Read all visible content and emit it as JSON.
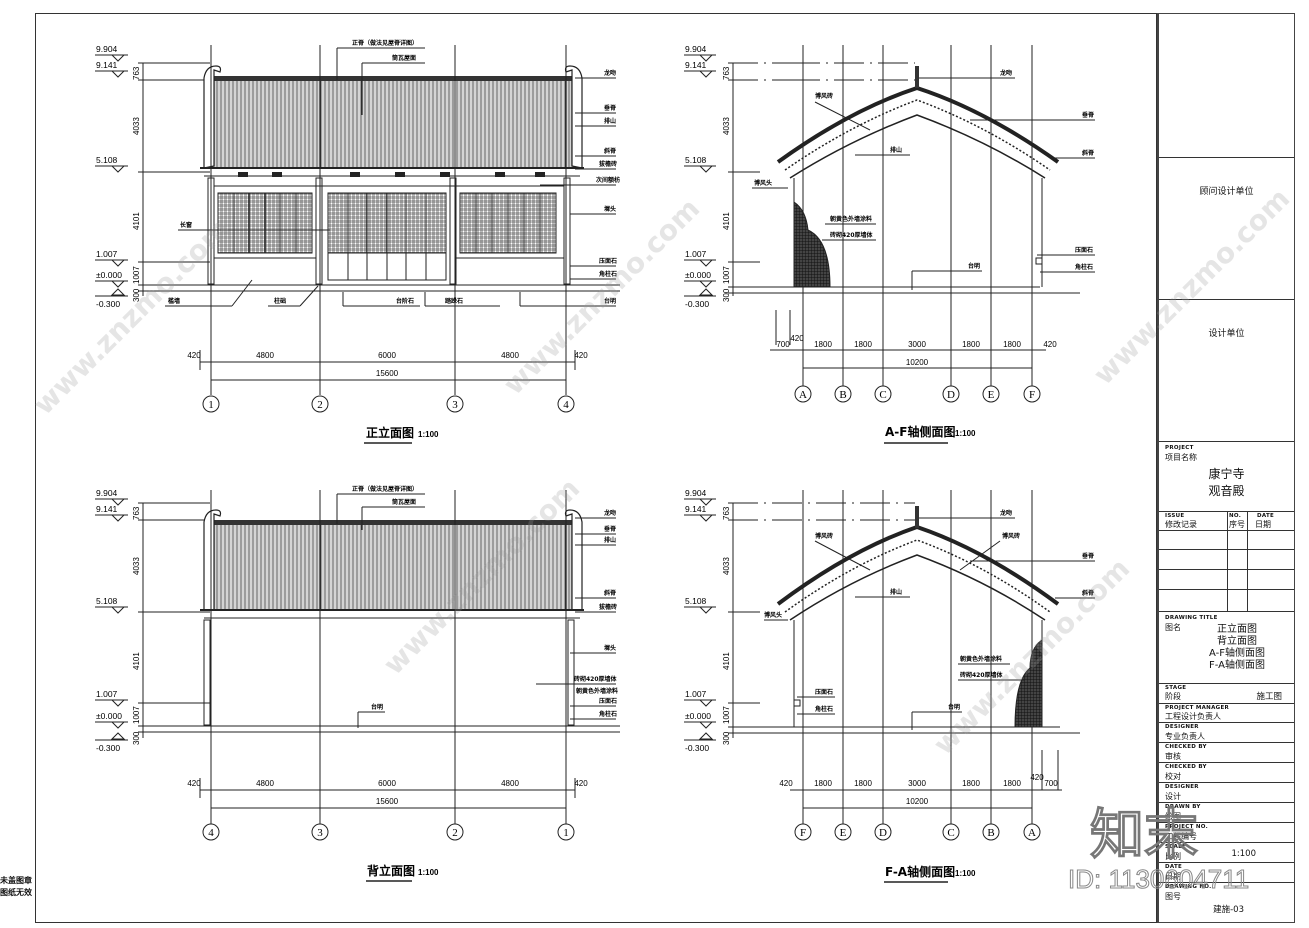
{
  "sheet": {
    "stamp_note": [
      "未盖图章",
      "图纸无效"
    ],
    "watermark": "www.znzmo.com",
    "brand_watermark": "知末",
    "id_label": "ID: 1130604711"
  },
  "title_block": {
    "consultant_label": "顾问设计单位",
    "designer_unit_label": "设计单位",
    "project": {
      "en": "PROJECT",
      "cn": "项目名称",
      "name_line1": "康宁寺",
      "name_line2": "观音殿"
    },
    "issue": {
      "en": "ISSUE",
      "cn": "修改记录",
      "no_en": "NO.",
      "no_cn": "序号",
      "date_en": "DATE",
      "date_cn": "日期",
      "rows": 4
    },
    "drawing_title": {
      "en": "DRAWING TITLE",
      "cn": "图名",
      "lines": [
        "正立面图",
        "背立面图",
        "A-F轴侧面图",
        "F-A轴侧面图"
      ]
    },
    "rows": [
      {
        "en": "STAGE",
        "cn": "阶段",
        "value": "施工图"
      },
      {
        "en": "PROJECT MANAGER",
        "cn": "工程设计负责人",
        "value": ""
      },
      {
        "en": "DESIGNER",
        "cn": "专业负责人",
        "value": ""
      },
      {
        "en": "CHECKED BY",
        "cn": "审核",
        "value": ""
      },
      {
        "en": "CHECKED BY",
        "cn": "校对",
        "value": ""
      },
      {
        "en": "DESIGNER",
        "cn": "设计",
        "value": ""
      },
      {
        "en": "DRAWN BY",
        "cn": "绘图",
        "value": ""
      },
      {
        "en": "PROJECT NO.",
        "cn": "工程编号",
        "value": ""
      },
      {
        "en": "SCALE",
        "cn": "比例",
        "value": "1:100"
      },
      {
        "en": "DATE",
        "cn": "日期",
        "value": ""
      },
      {
        "en": "DRAWING NO.",
        "cn": "图号",
        "value": "建施-03"
      }
    ]
  },
  "drawings": {
    "front": {
      "title": "正立面图",
      "scale": "1:100",
      "elevations": [
        "9.904",
        "9.141",
        "5.108",
        "1.007",
        "±0.000",
        "-0.300"
      ],
      "vertical_dims": [
        "763",
        "4033",
        "4101",
        "1007",
        "300"
      ],
      "horizontal_dims": [
        "420",
        "4800",
        "6000",
        "4800",
        "420"
      ],
      "total": "15600",
      "axes": [
        "1",
        "2",
        "3",
        "4"
      ],
      "labels": {
        "ridge": "正脊（做法见屋脊详图）",
        "roof_tile": "筒瓦屋面",
        "dragon": "龙吻",
        "ridge_slope": "垂脊",
        "gable": "排山",
        "bevel": "斜脊",
        "brick": "拔檐砖",
        "beam": "次间额枋",
        "head": "墀头",
        "window": "长窗",
        "cap_stone": "压面石",
        "corner_stone": "角柱石",
        "wall": "槛墙",
        "pillar": "柱础",
        "step": "台阶石",
        "stair": "踏跺石",
        "base": "台明"
      }
    },
    "af_side": {
      "title": "A-F轴侧面图",
      "scale": "1:100",
      "elevations": [
        "9.904",
        "9.141",
        "5.108",
        "1.007",
        "±0.000",
        "-0.300"
      ],
      "vertical_dims": [
        "763",
        "4033",
        "4101",
        "1007",
        "300"
      ],
      "horizontal_dims": [
        "700",
        "420",
        "1800",
        "1800",
        "3000",
        "1800",
        "1800",
        "420"
      ],
      "total": "10200",
      "axes": [
        "A",
        "B",
        "C",
        "D",
        "E",
        "F"
      ],
      "labels": {
        "dragon": "龙吻",
        "wind_brick": "博风砖",
        "ridge_slope": "垂脊",
        "gable": "排山",
        "bevel": "斜脊",
        "wind_head": "博风头",
        "paint": "朝黄色外墙涂料",
        "wall": "砖砌420厚墙体",
        "base": "台明",
        "cap_stone": "压面石",
        "corner_stone": "角柱石"
      }
    },
    "back": {
      "title": "背立面图",
      "scale": "1:100",
      "elevations": [
        "9.904",
        "9.141",
        "5.108",
        "1.007",
        "±0.000",
        "-0.300"
      ],
      "vertical_dims": [
        "763",
        "4033",
        "4101",
        "1007",
        "300"
      ],
      "horizontal_dims": [
        "420",
        "4800",
        "6000",
        "4800",
        "420"
      ],
      "total": "15600",
      "axes": [
        "4",
        "3",
        "2",
        "1"
      ],
      "labels": {
        "ridge": "正脊（做法见屋脊详图）",
        "roof_tile": "筒瓦屋面",
        "dragon": "龙吻",
        "ridge_slope": "垂脊",
        "gable": "排山",
        "bevel": "斜脊",
        "brick": "拔檐砖",
        "head": "墀头",
        "wall": "砖砌420厚墙体",
        "paint": "朝黄色外墙涂料",
        "cap_stone": "压面石",
        "corner_stone": "角柱石",
        "base": "台明"
      }
    },
    "fa_side": {
      "title": "F-A轴侧面图",
      "scale": "1:100",
      "elevations": [
        "9.904",
        "9.141",
        "5.108",
        "1.007",
        "±0.000",
        "-0.300"
      ],
      "vertical_dims": [
        "763",
        "4033",
        "4101",
        "1007",
        "300"
      ],
      "horizontal_dims": [
        "420",
        "1800",
        "1800",
        "3000",
        "1800",
        "1800",
        "420",
        "700"
      ],
      "total": "10200",
      "axes": [
        "F",
        "E",
        "D",
        "C",
        "B",
        "A"
      ],
      "labels": {
        "dragon": "龙吻",
        "wind_brick": "博风砖",
        "ridge_slope": "垂脊",
        "gable": "排山",
        "bevel": "斜脊",
        "wind_head": "博风头",
        "paint": "朝黄色外墙涂料",
        "wall": "砖砌420厚墙体",
        "base": "台明",
        "cap_stone": "压面石",
        "corner_stone": "角柱石"
      }
    }
  }
}
